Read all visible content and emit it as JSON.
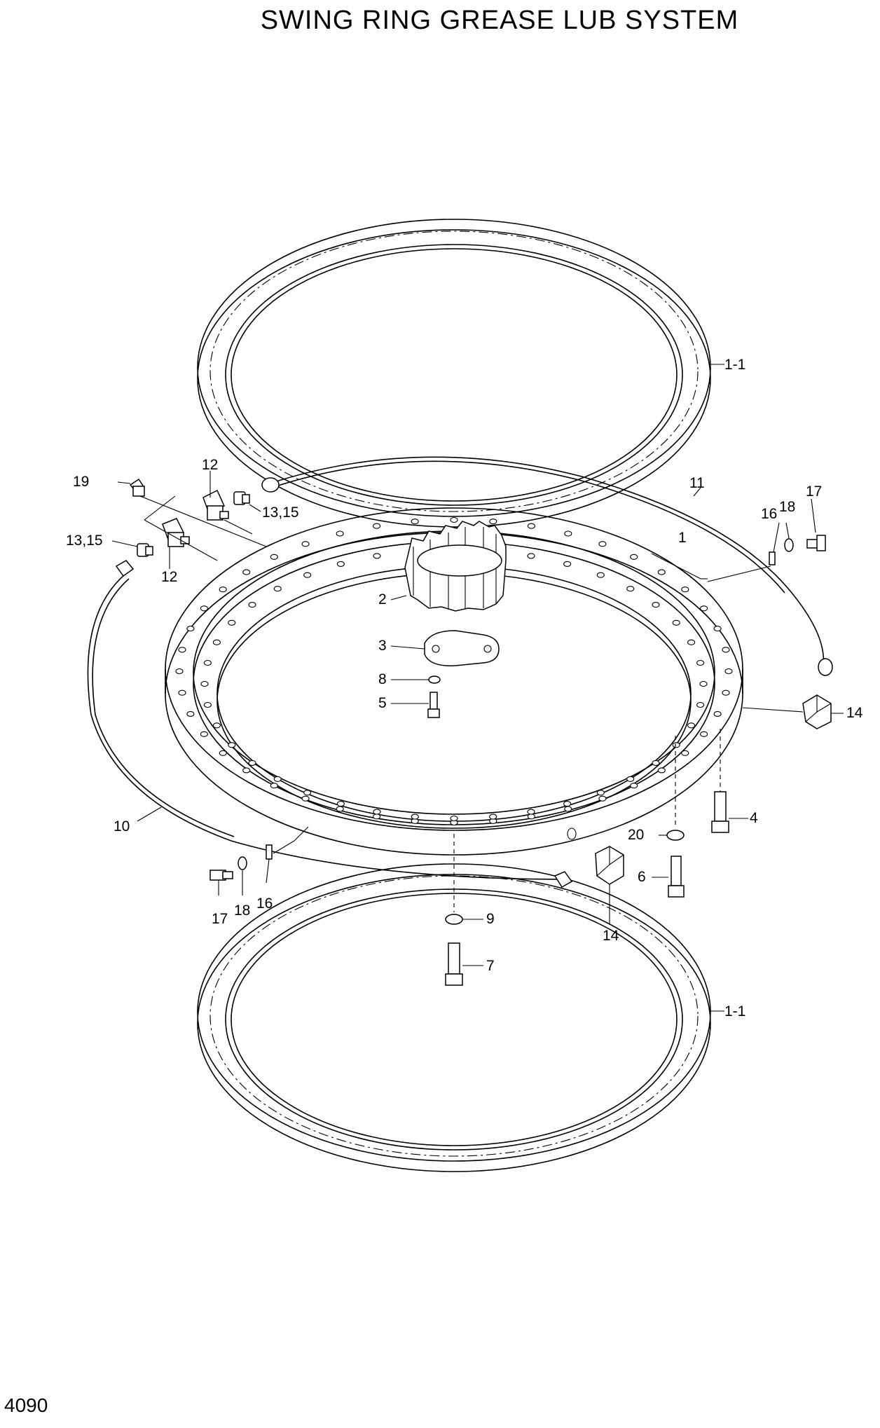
{
  "title": "SWING RING GREASE LUB SYSTEM",
  "page_number": "4090",
  "callouts": {
    "c_1_1_top": "1-1",
    "c_1_1_bottom": "1-1",
    "c_1": "1",
    "c_2": "2",
    "c_3": "3",
    "c_4": "4",
    "c_5": "5",
    "c_6": "6",
    "c_7": "7",
    "c_8": "8",
    "c_9": "9",
    "c_10": "10",
    "c_11": "11",
    "c_12_top": "12",
    "c_12_left": "12",
    "c_13_15_right": "13,15",
    "c_13_15_left": "13,15",
    "c_14_right": "14",
    "c_14_bottom": "14",
    "c_16_right": "16",
    "c_16_bottom": "16",
    "c_17_right": "17",
    "c_17_bottom": "17",
    "c_18_right": "18",
    "c_18_bottom": "18",
    "c_19": "19",
    "c_20": "20"
  }
}
